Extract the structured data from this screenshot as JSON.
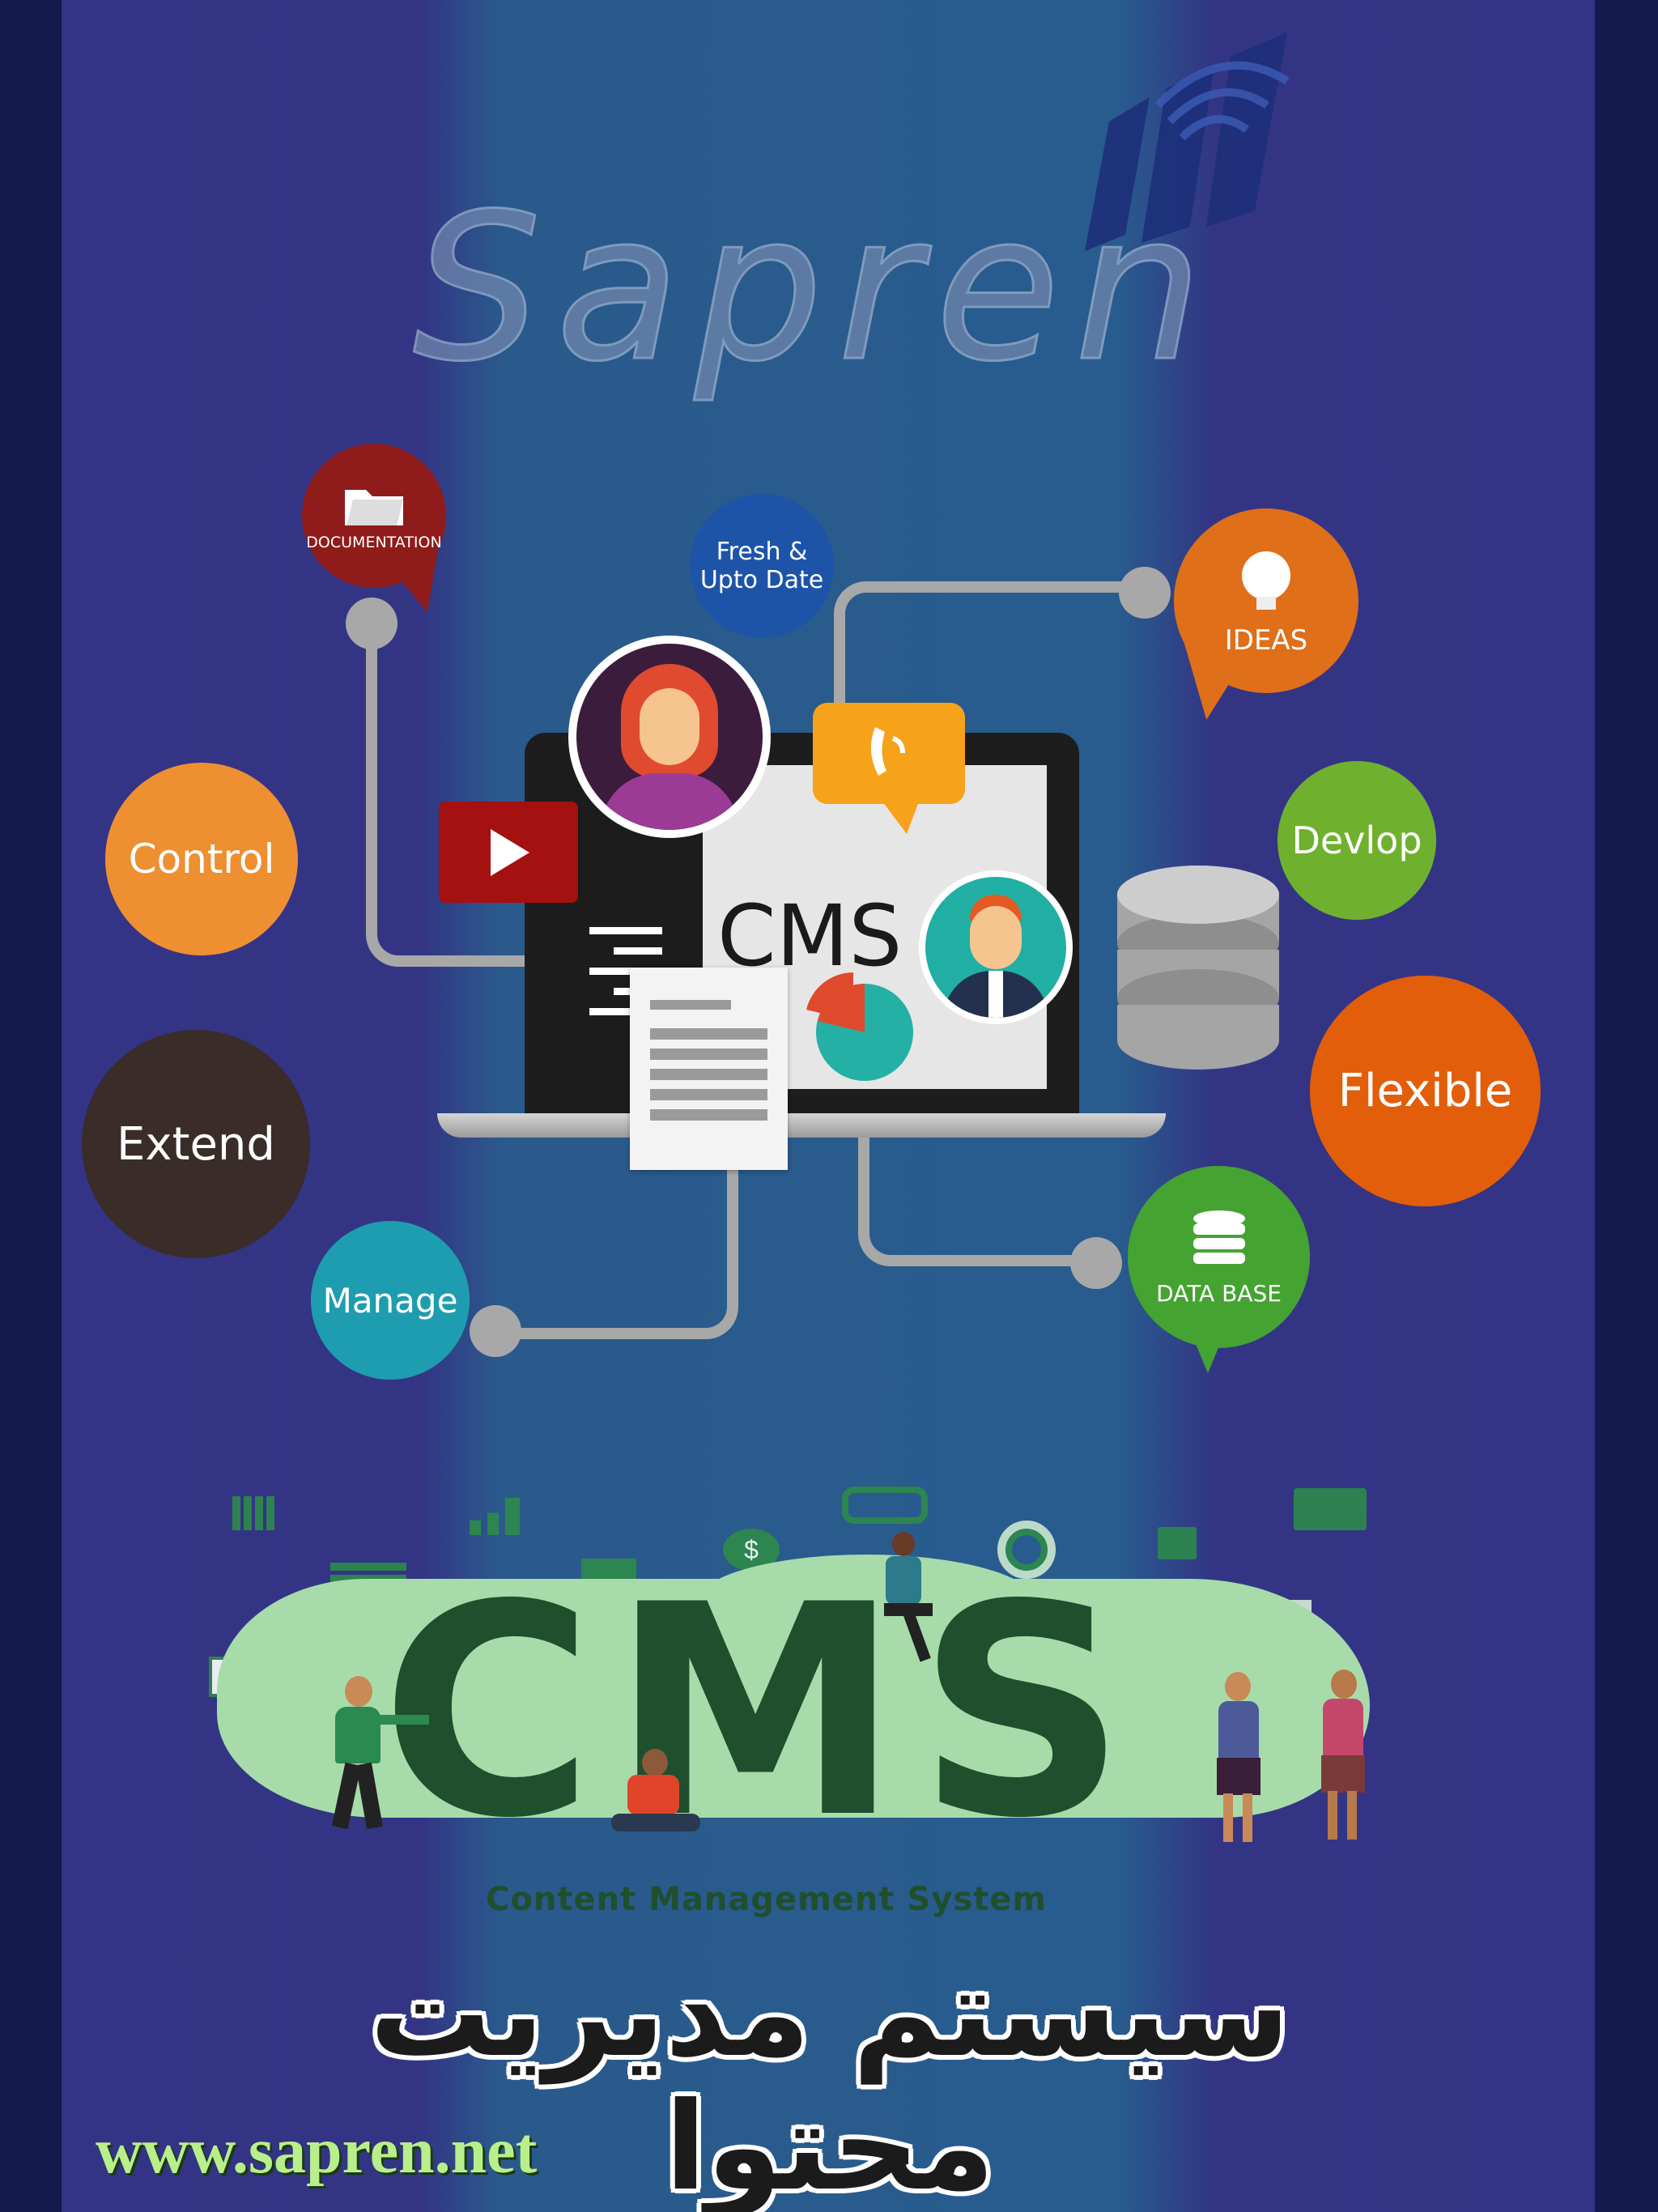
{
  "brand": {
    "logo_text": "Sapren",
    "website": "www.sapren.net"
  },
  "bubbles": {
    "documentation": "DOCUMENTATION",
    "fresh_line1": "Fresh &",
    "fresh_line2": "Upto Date",
    "ideas": "IDEAS",
    "control": "Control",
    "devlop": "Devlop",
    "flexible": "Flexible",
    "extend": "Extend",
    "manage": "Manage",
    "database": "DATA BASE"
  },
  "laptop": {
    "screen_text": "CMS"
  },
  "banner": {
    "big_text": "CMS",
    "subtitle": "Content Management System"
  },
  "persian_title": "سیستم مدیریت محتوا",
  "colors": {
    "documentation": "#8f1b1b",
    "fresh": "#1e54a8",
    "ideas": "#e06f1a",
    "control": "#ee8f31",
    "devlop": "#6fb12f",
    "flexible": "#e35e0a",
    "extend": "#3a2c29",
    "manage": "#1f9db0",
    "database": "#45a332",
    "banner_blob": "#a7dbaa",
    "banner_text": "#1f4f2c",
    "website": "#b9ef8a"
  },
  "icons": [
    "folder-icon",
    "lightbulb-icon",
    "phone-icon",
    "play-icon",
    "database-icon",
    "chart-icon",
    "dollar-icon",
    "target-icon",
    "link-icon",
    "mail-icon"
  ]
}
